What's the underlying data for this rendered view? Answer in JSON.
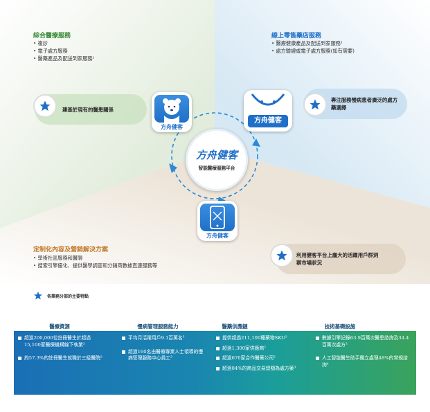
{
  "colors": {
    "green_quadrant": "#e6efe0",
    "blue_quadrant": "#dcebf5",
    "beige_quadrant": "#efe8de",
    "accent_blue": "#1f6fc8",
    "green_text": "#3a8a3a",
    "panel_blue": "#1b77b8",
    "panel_teal": "#1a96a0",
    "panel_green": "#3aa35c"
  },
  "top_left": {
    "title": "綜合醫療服務",
    "items": [
      "複診",
      "電子處方服務",
      "醫藥產品及配送到家服務¹"
    ]
  },
  "top_right": {
    "title": "線上零售藥店服務",
    "items": [
      "醫療健康產品及配送到家服務¹",
      "處方驗證或電子處方服務(如有需要)"
    ]
  },
  "pill_left": {
    "text": "建基於現有的醫患關係",
    "icon": "star-icon"
  },
  "pill_right": {
    "text": "專注服務慢病患者廣泛的處方藥選擇",
    "icon": "star-icon"
  },
  "pill_bottom_right": {
    "text": "利用健客平台上龐大的活躍用戶群洞察市場狀況",
    "icon": "star-icon"
  },
  "bottom_left": {
    "title": "定制化內容及營銷解決方案",
    "items": [
      "學術社區服務和醫聊",
      "搜索引擎優化、提供醫學調查和分銷商數據直連服務等"
    ]
  },
  "center": {
    "brand": "方舟健客",
    "subtitle": "智能醫療服務平台"
  },
  "app_icons": [
    {
      "label": "方舟健客",
      "icon": "doctor-bear-icon"
    },
    {
      "label": "方舟健客",
      "icon": "pharmacy-bag-icon"
    },
    {
      "label": "方舟健客",
      "icon": "phone-icon"
    }
  ],
  "legend": {
    "text": "各業務分部的主要特點",
    "icon": "star-icon"
  },
  "bottom_sections": [
    {
      "header": "醫療資源",
      "items": [
        "超過200,000位註冊醫生於超過15,100家醫療機構線下執業²",
        "約57.3%的註冊醫生就職於三級醫院²"
      ]
    },
    {
      "header": "慢病管理服務能力",
      "items": [
        "平均月活躍用戶9.1百萬名³",
        "超過160名由醫療專業人士領導的慢病管理服務中心員工²"
      ]
    },
    {
      "header": "醫藥供應鏈",
      "items": [
        "提供超過211,100種藥物SKU²",
        "超過1,300家供應商²",
        "超過670家合作醫藥公司²",
        "超過84%的商品交易總額為處方藥³"
      ]
    },
    {
      "header": "技術基礎設施",
      "items": [
        "數據引擎記錄63.9百萬次醫患諮詢及34.4百萬次處方²",
        "人工智能醫生助手獨立處理48%的常規諮詢⁴"
      ]
    }
  ]
}
